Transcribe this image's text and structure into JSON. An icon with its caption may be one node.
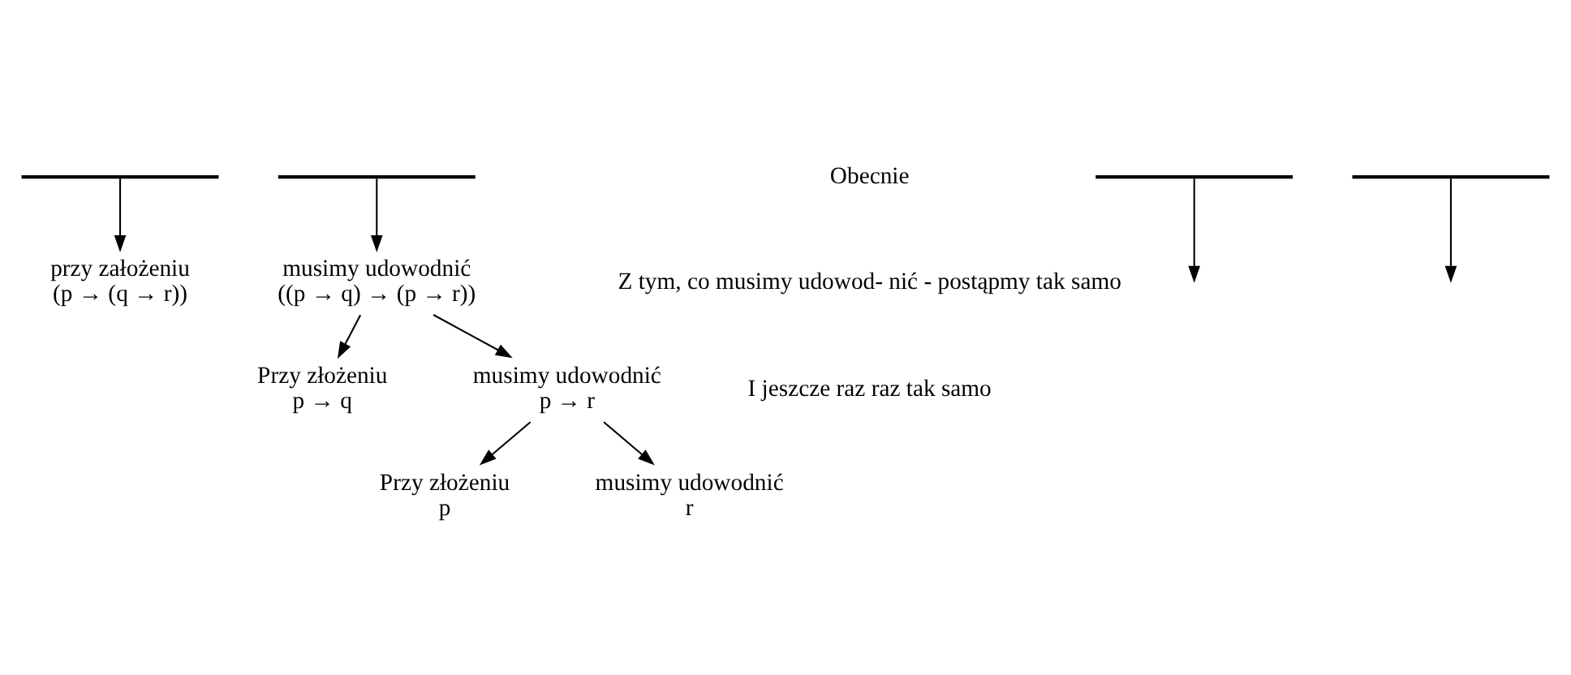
{
  "diagram": {
    "nodes": [
      {
        "text": [],
        "shape": "bar"
      },
      {
        "text": [],
        "shape": "bar"
      },
      {
        "text": [
          "przy założeniu",
          "(p → (q → r))"
        ]
      },
      {
        "text": [
          "musimy udowodnić",
          "((p → q) → (p → r))"
        ]
      },
      {
        "text": [
          "Przy złożeniu",
          "p → q"
        ]
      },
      {
        "text": [
          "musimy udowodnić",
          "p → r"
        ]
      },
      {
        "text": [
          "Przy złożeniu",
          "p"
        ]
      },
      {
        "text": [
          "musimy udowodnić",
          "r"
        ]
      },
      {
        "text": [],
        "shape": "bar"
      },
      {
        "text": [],
        "shape": "bar"
      }
    ],
    "edges": [
      {
        "from": 0,
        "to": 2,
        "arrow": "to"
      },
      {
        "from": 1,
        "to": 3,
        "arrow": "to"
      },
      {
        "from": 3,
        "to": 4,
        "arrow": "to"
      },
      {
        "from": 3,
        "to": 5,
        "arrow": "to"
      },
      {
        "from": 5,
        "to": 6,
        "arrow": "to"
      },
      {
        "from": 5,
        "to": 7,
        "arrow": "to"
      },
      {
        "from": 8,
        "to": null,
        "arrow": "to"
      },
      {
        "from": 9,
        "to": null,
        "arrow": "to"
      }
    ],
    "labels": [
      "Obecnie",
      "Z tym, co musimy udowod- nić - postąpmy tak samo",
      "I jeszcze raz raz tak samo"
    ]
  }
}
